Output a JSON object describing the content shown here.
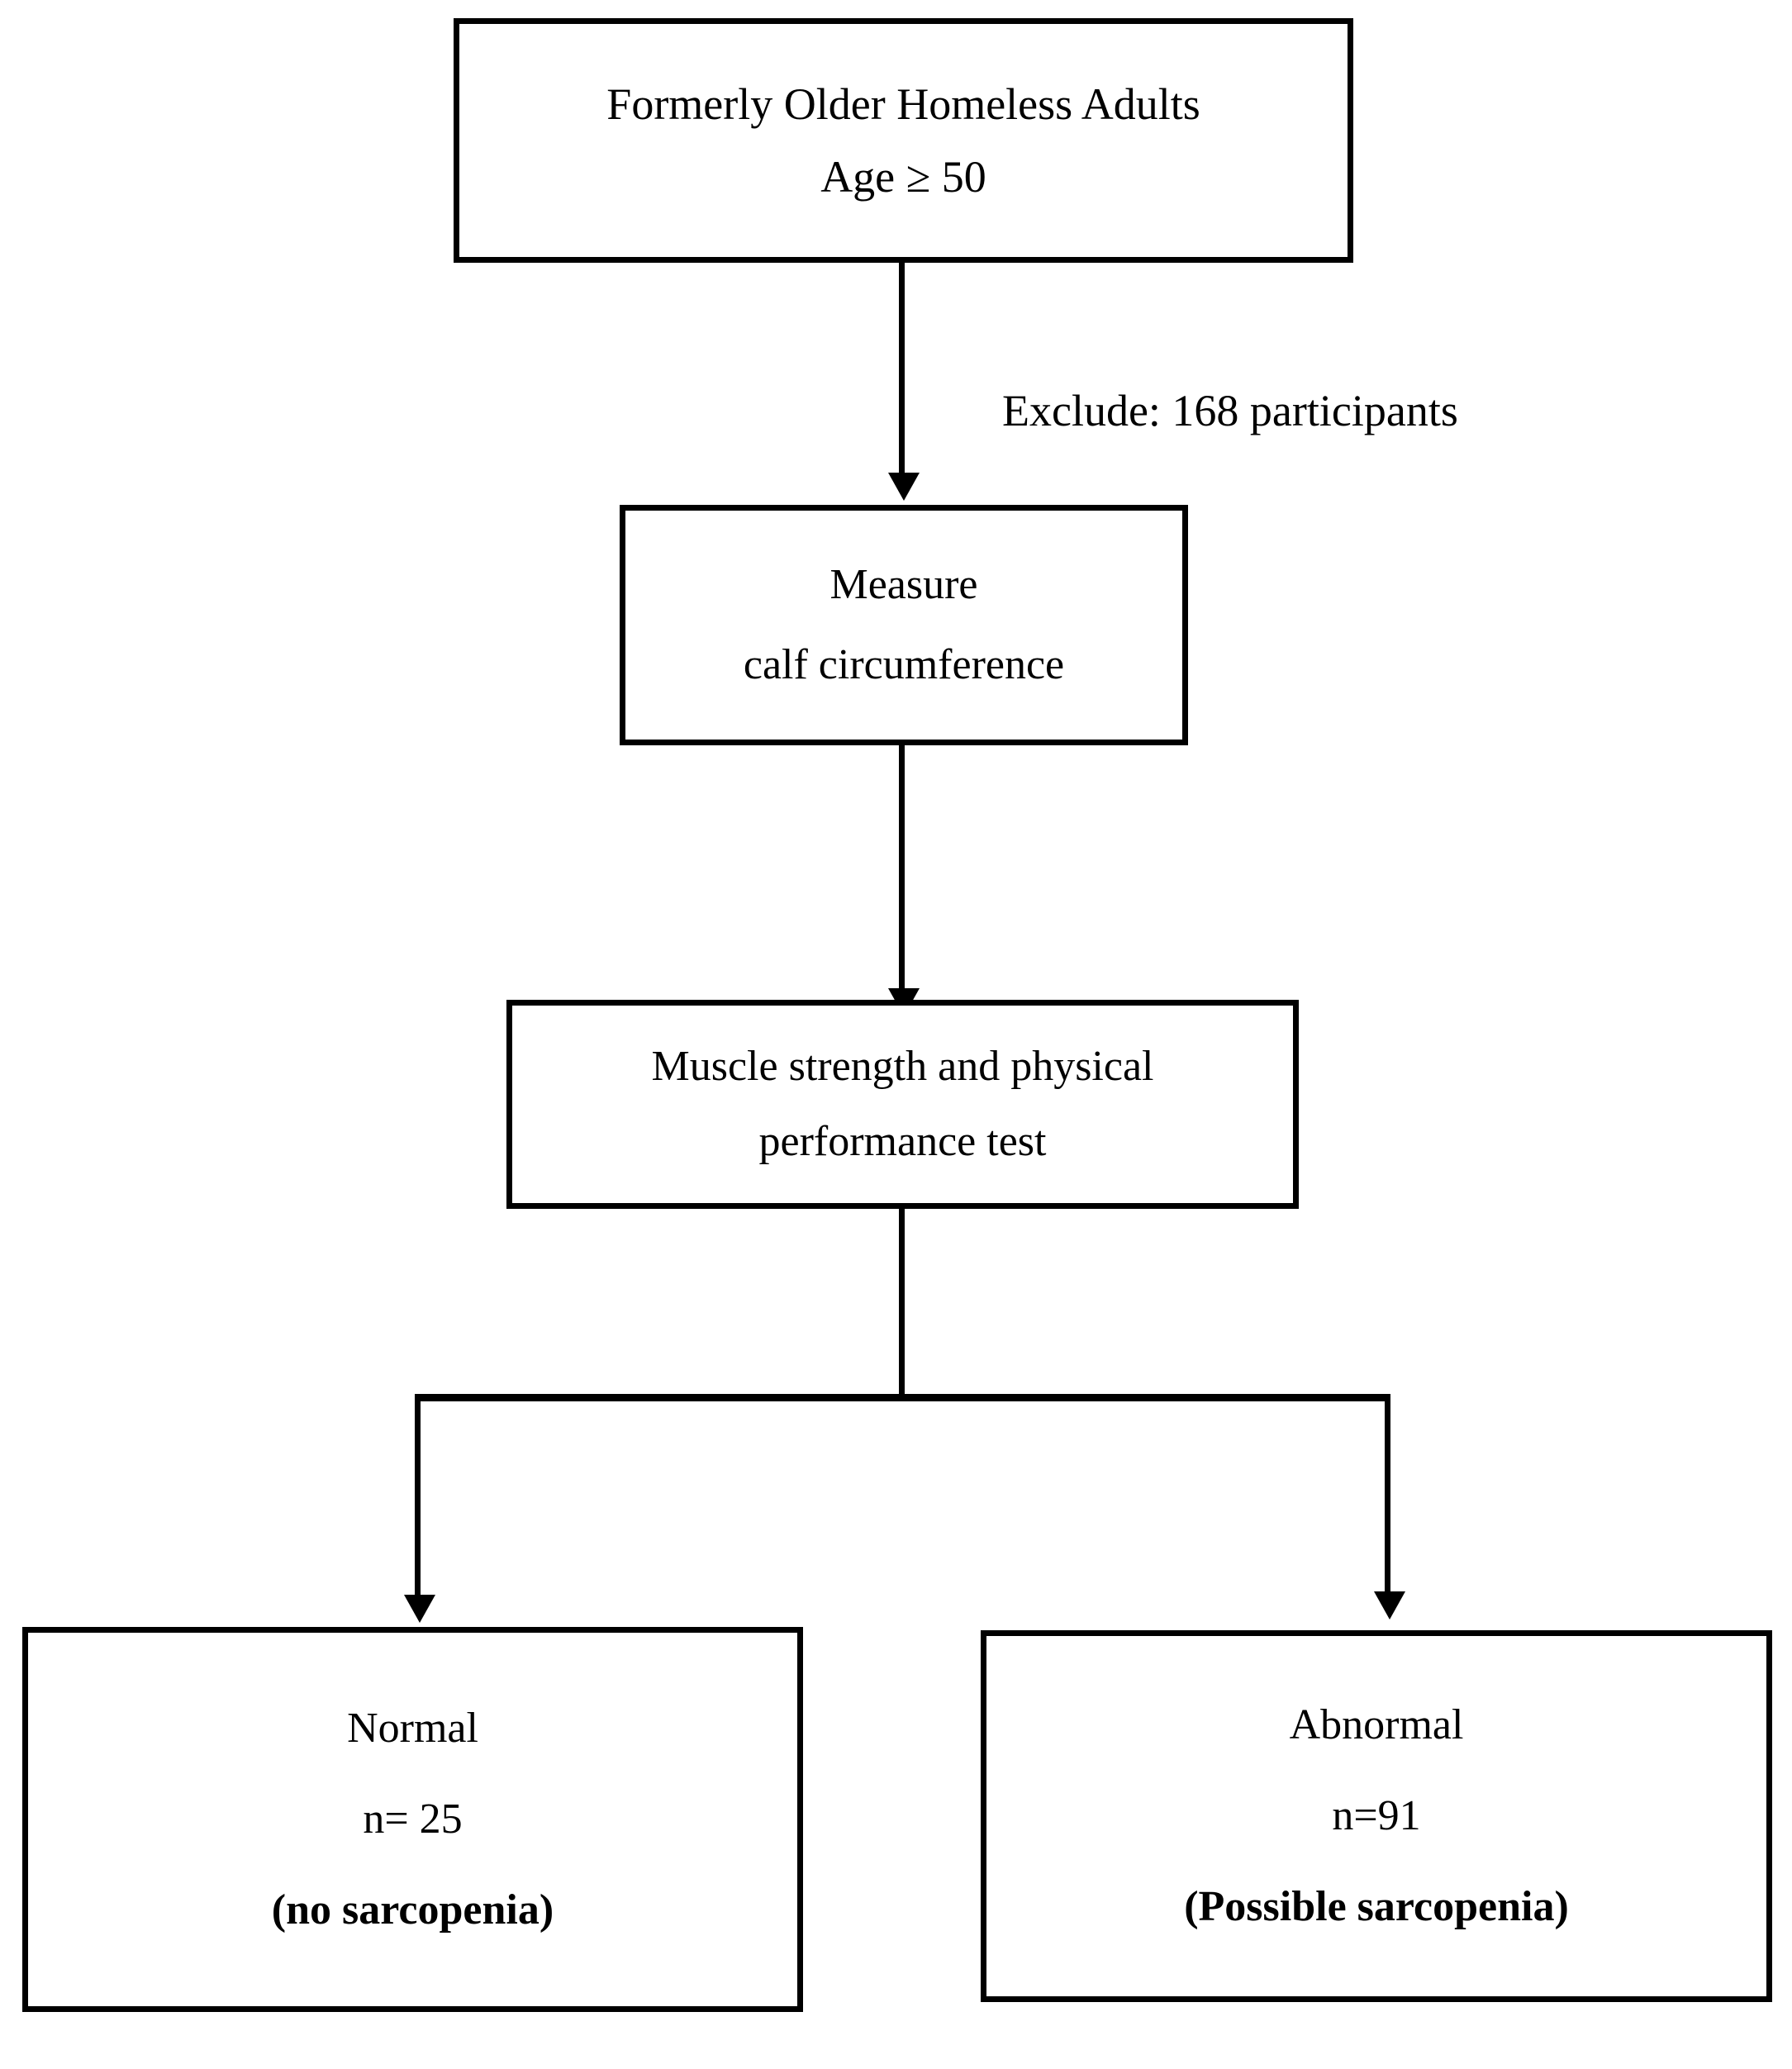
{
  "diagram": {
    "type": "flowchart",
    "orientation": "top-down",
    "background_color": "#ffffff",
    "stroke_color": "#000000",
    "nodes": [
      {
        "id": "cohort",
        "lines": [
          "Formerly Older Homeless Adults",
          "Age ≥ 50"
        ],
        "bold_lines": []
      },
      {
        "id": "measure",
        "lines": [
          "Measure",
          "calf circumference"
        ],
        "bold_lines": []
      },
      {
        "id": "test",
        "lines": [
          "Muscle strength and physical",
          "performance test"
        ],
        "bold_lines": []
      },
      {
        "id": "normal",
        "lines": [
          "Normal",
          "n= 25",
          "(no sarcopenia)"
        ],
        "bold_lines": [
          "(no sarcopenia)"
        ]
      },
      {
        "id": "abnormal",
        "lines": [
          "Abnormal",
          "n=91",
          "(Possible sarcopenia)"
        ],
        "bold_lines": [
          "(Possible sarcopenia)"
        ]
      }
    ],
    "annotations": [
      {
        "id": "exclude",
        "text": "Exclude: 168 participants",
        "attached_to": "cohort-to-measure-arrow"
      }
    ],
    "edges": [
      {
        "from": "cohort",
        "to": "measure",
        "label": "Exclude: 168 participants"
      },
      {
        "from": "measure",
        "to": "test",
        "label": ""
      },
      {
        "from": "test",
        "to": "normal",
        "label": ""
      },
      {
        "from": "test",
        "to": "abnormal",
        "label": ""
      }
    ]
  },
  "nodes": {
    "cohort": {
      "line1": "Formerly Older Homeless Adults",
      "line2": "Age ≥ 50"
    },
    "measure": {
      "line1": "Measure",
      "line2": "calf circumference"
    },
    "test": {
      "line1": "Muscle strength and physical",
      "line2": "performance test"
    },
    "normal": {
      "line1": "Normal",
      "line2": "n= 25",
      "line3": "(no sarcopenia)"
    },
    "abnormal": {
      "line1": "Abnormal",
      "line2": "n=91",
      "line3": "(Possible sarcopenia)"
    }
  },
  "annotations": {
    "exclude": "Exclude: 168 participants"
  }
}
